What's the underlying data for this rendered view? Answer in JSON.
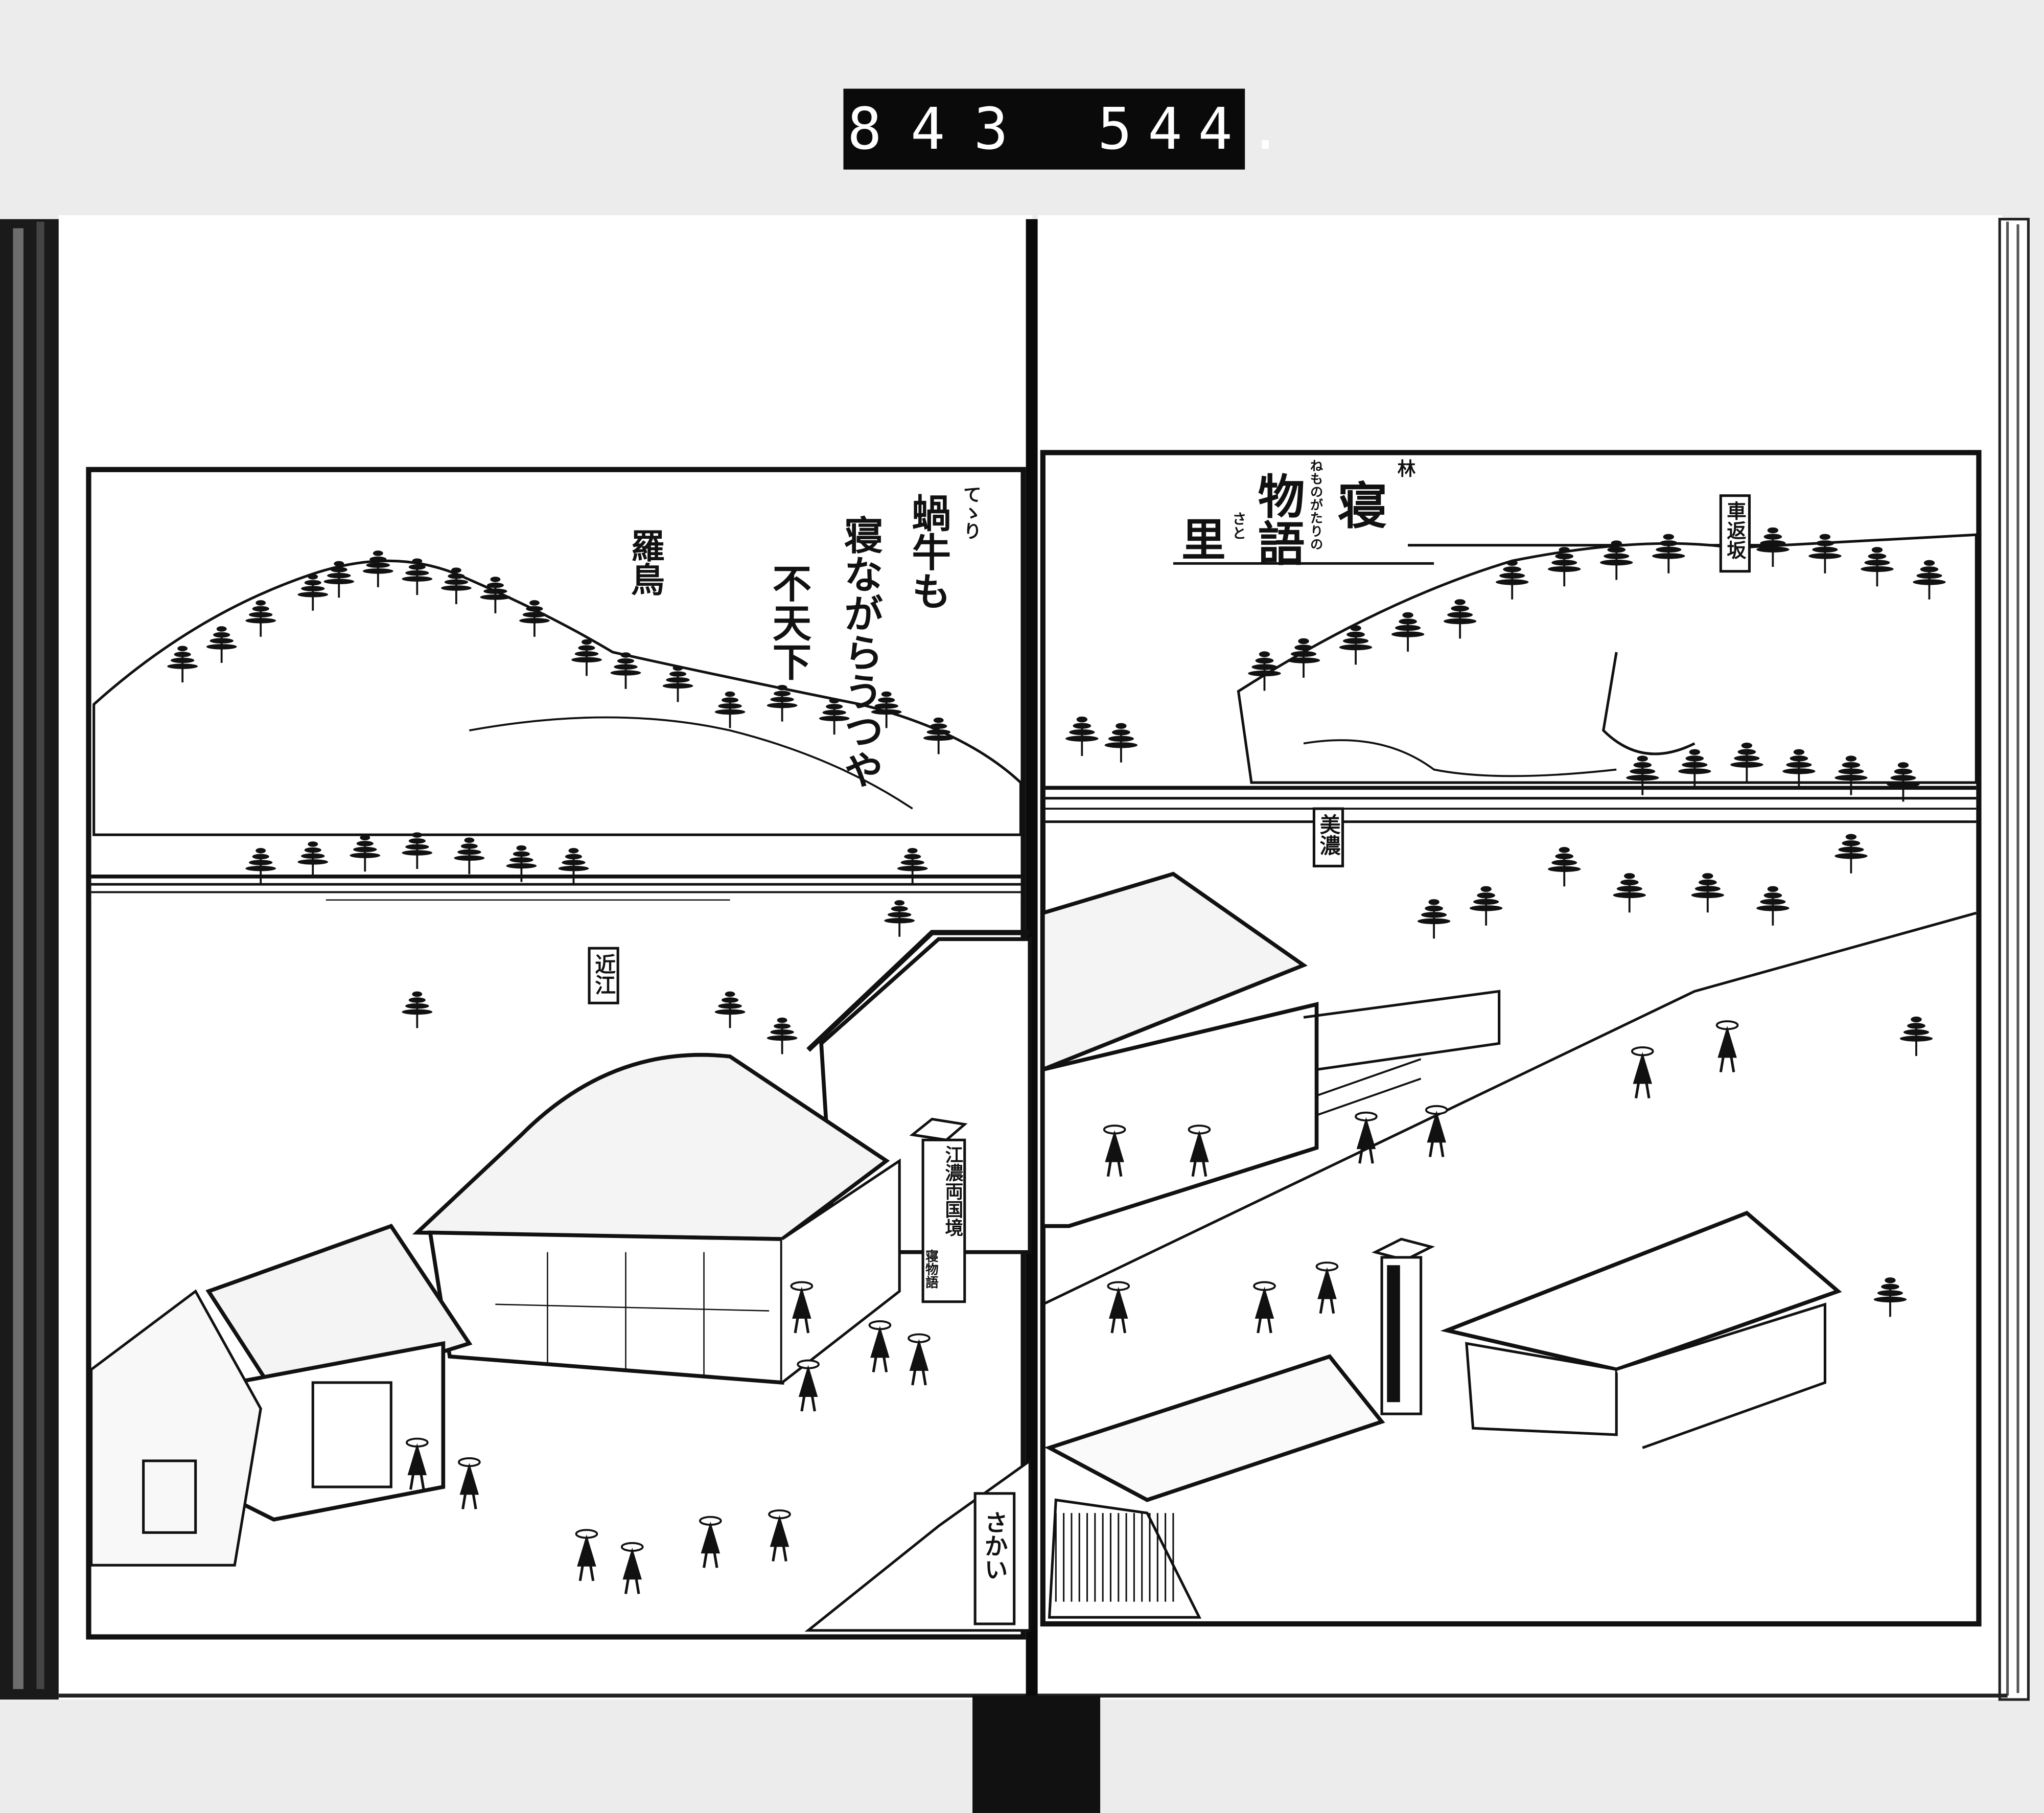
{
  "scan_label": {
    "left_number": "843",
    "right_number": "544."
  },
  "left_page": {
    "poem": {
      "furigana": "てゝり",
      "lines": [
        "蝸牛も",
        "寝ながらうつや",
        "不天下"
      ],
      "author": "羅鳥"
    },
    "signs": {
      "omi": "近江",
      "border_pillar_front": "江濃両国境",
      "border_pillar_side": "寝物語",
      "sakai": "さかい"
    }
  },
  "right_page": {
    "title": {
      "mark": "林",
      "line1": "寝",
      "line2": "物語",
      "line3": "里",
      "ruby1": "ねものがたりの",
      "ruby2": "さと"
    },
    "signs": {
      "mino": "美濃",
      "kurumagaeshi": "車返坂"
    }
  },
  "colors": {
    "paper": "#ffffff",
    "ink": "#111111",
    "scan_background": "#e9e9e9"
  }
}
